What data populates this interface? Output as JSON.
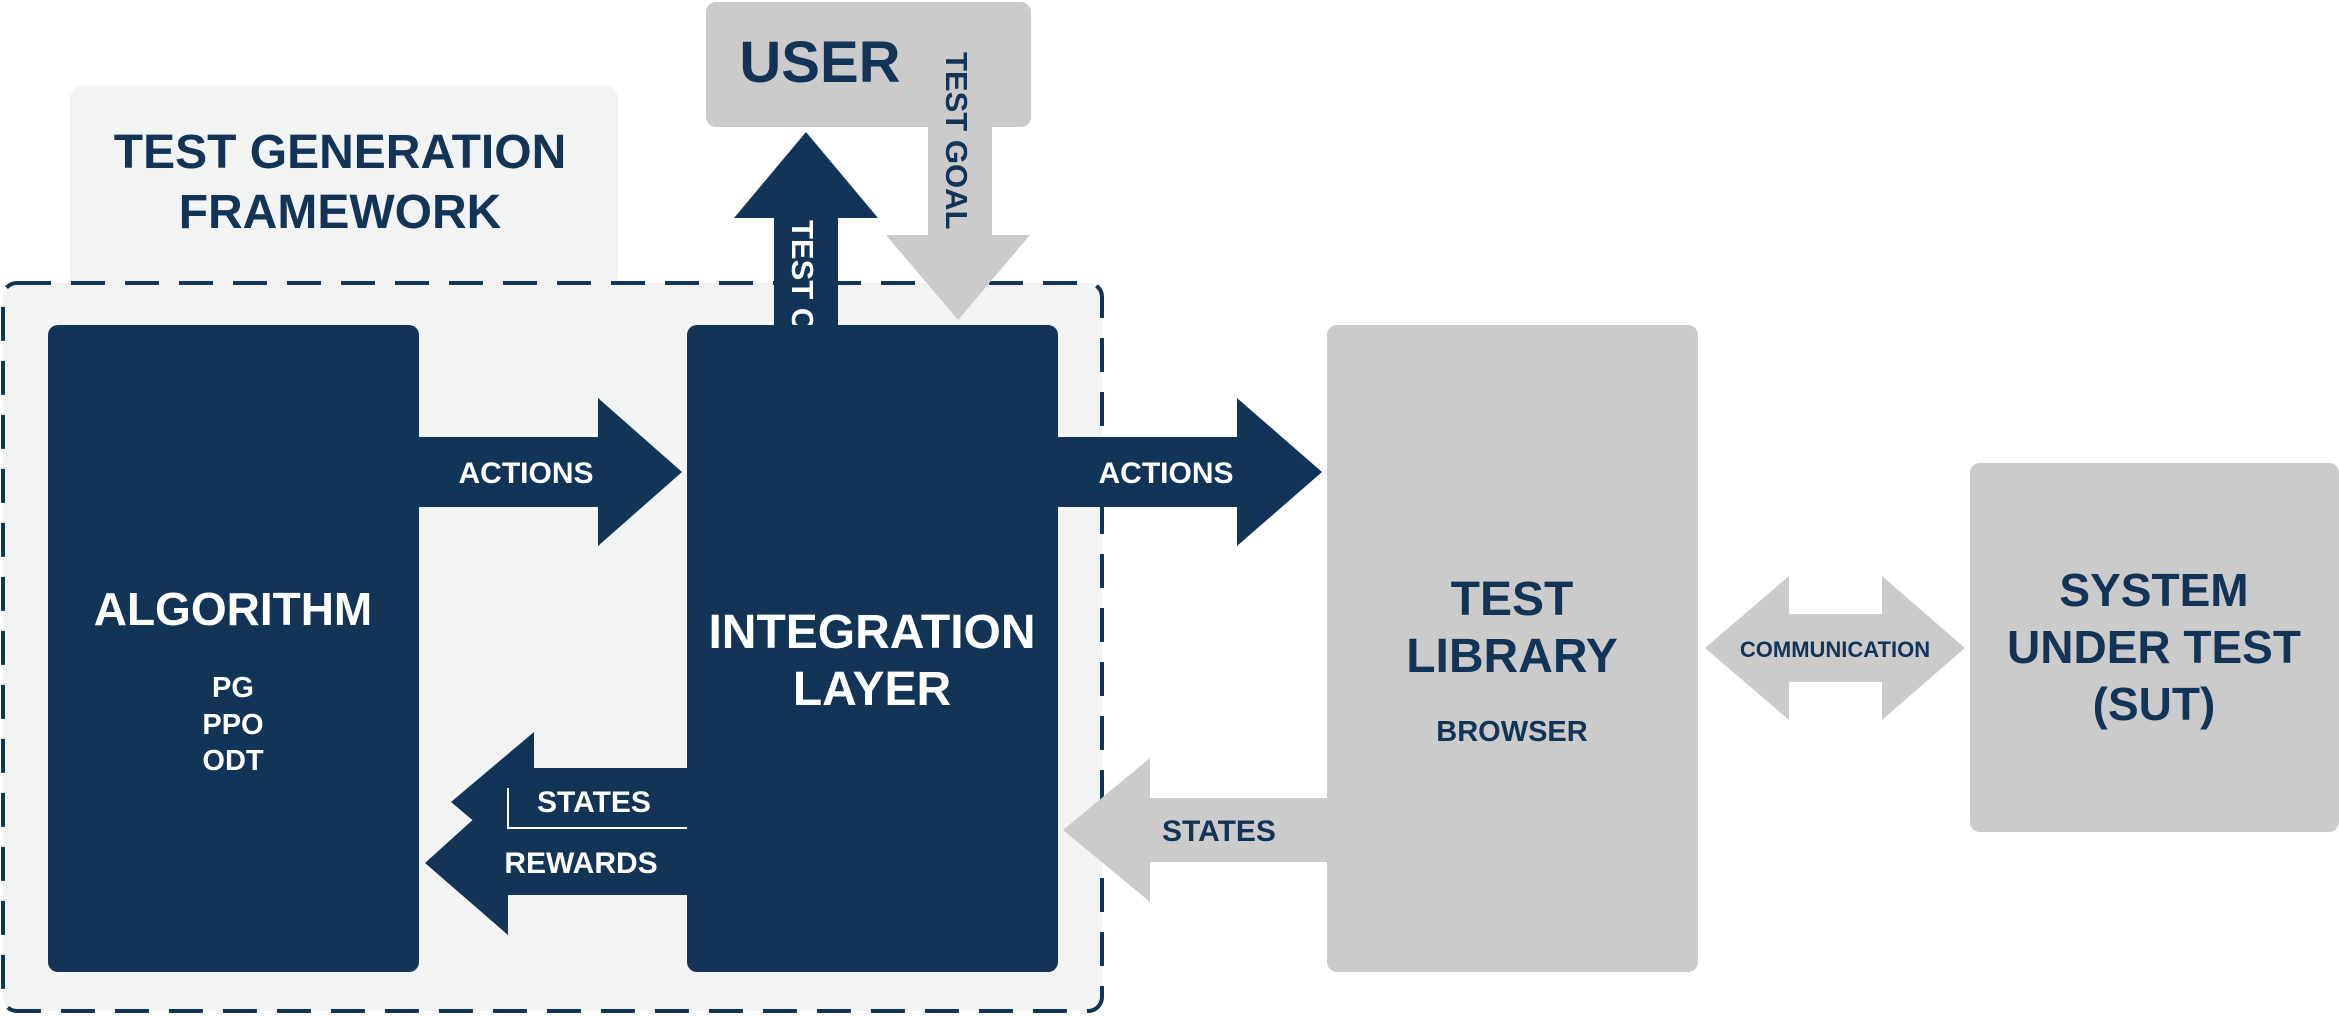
{
  "framework": {
    "line1": "TEST GENERATION",
    "line2": "FRAMEWORK"
  },
  "user": {
    "label": "USER",
    "test_goal": "TEST GOAL"
  },
  "test_cases": "TEST CASES",
  "algorithm": {
    "title": "ALGORITHM",
    "items": [
      "PG",
      "PPO",
      "ODT"
    ]
  },
  "integration_layer": {
    "line1": "INTEGRATION",
    "line2": "LAYER"
  },
  "test_library": {
    "line1": "TEST",
    "line2": "LIBRARY",
    "sub": "BROWSER"
  },
  "sut": {
    "line1": "SYSTEM",
    "line2": "UNDER TEST",
    "line3": "(SUT)"
  },
  "arrows": {
    "actions_internal": "ACTIONS",
    "actions_external": "ACTIONS",
    "states_internal": "STATES",
    "rewards": "REWARDS",
    "states_external": "STATES",
    "communication": "COMMUNICATION"
  },
  "colors": {
    "navy": "#123456",
    "grey": "#cbcbcb",
    "light_panel": "#f2f3f3",
    "white": "#ffffff"
  }
}
